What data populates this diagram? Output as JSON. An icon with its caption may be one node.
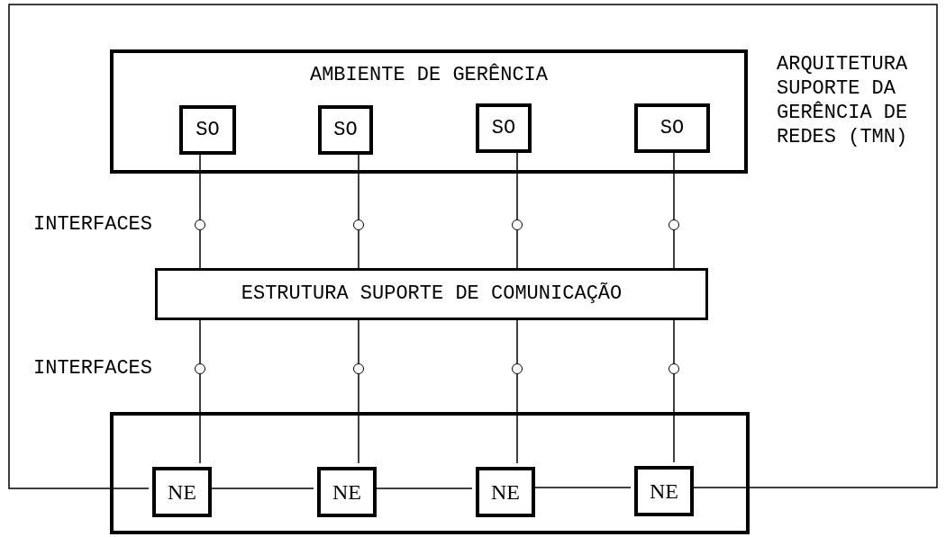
{
  "diagram": {
    "nodes": [
      {
        "text": [
          "AMBIENTE DE GERÊNCIA"
        ]
      },
      {
        "text": [
          "SO"
        ],
        "in": 0
      },
      {
        "text": [
          "SO"
        ],
        "in": 0
      },
      {
        "text": [
          "SO"
        ],
        "in": 0
      },
      {
        "text": [
          "SO"
        ],
        "in": 0
      },
      {
        "text": [
          "ESTRUTURA SUPORTE DE COMUNICAÇÃO"
        ]
      },
      {
        "text": [],
        "shape": "box"
      },
      {
        "text": [
          "NE"
        ],
        "in": 6
      },
      {
        "text": [
          "NE"
        ],
        "in": 6
      },
      {
        "text": [
          "NE"
        ],
        "in": 6
      },
      {
        "text": [
          "NE"
        ],
        "in": 6
      },
      {
        "text": [],
        "shape": "circle"
      },
      {
        "text": [],
        "shape": "circle"
      },
      {
        "text": [],
        "shape": "circle"
      },
      {
        "text": [],
        "shape": "circle"
      },
      {
        "text": [],
        "shape": "circle"
      },
      {
        "text": [],
        "shape": "circle"
      },
      {
        "text": [],
        "shape": "circle"
      },
      {
        "text": [],
        "shape": "circle"
      }
    ],
    "edges": [
      {
        "from": 1,
        "to": 11,
        "arrow": "none"
      },
      {
        "from": 2,
        "to": 12,
        "arrow": "none"
      },
      {
        "from": 3,
        "to": 13,
        "arrow": "none"
      },
      {
        "from": 4,
        "to": 14,
        "arrow": "none"
      },
      {
        "from": 11,
        "to": 5,
        "arrow": "none"
      },
      {
        "from": 12,
        "to": 5,
        "arrow": "none"
      },
      {
        "from": 13,
        "to": 5,
        "arrow": "none"
      },
      {
        "from": 14,
        "to": 5,
        "arrow": "none"
      },
      {
        "from": 5,
        "to": 15,
        "arrow": "none"
      },
      {
        "from": 5,
        "to": 16,
        "arrow": "none"
      },
      {
        "from": 5,
        "to": 17,
        "arrow": "none"
      },
      {
        "from": 5,
        "to": 18,
        "arrow": "none"
      },
      {
        "from": 15,
        "to": 7,
        "arrow": "none"
      },
      {
        "from": 16,
        "to": 8,
        "arrow": "none"
      },
      {
        "from": 17,
        "to": 9,
        "arrow": "none"
      },
      {
        "from": 18,
        "to": 10,
        "arrow": "none"
      },
      {
        "from": 7,
        "to": 8,
        "arrow": "none"
      },
      {
        "from": 8,
        "to": 9,
        "arrow": "none"
      },
      {
        "from": 9,
        "to": 10,
        "arrow": "none"
      },
      {
        "from": 7,
        "to": 10,
        "arrow": "none"
      }
    ],
    "labels": [
      "INTERFACES",
      "INTERFACES",
      "ARQUITETURA SUPORTE DA GERÊNCIA DE REDES (TMN)"
    ]
  }
}
